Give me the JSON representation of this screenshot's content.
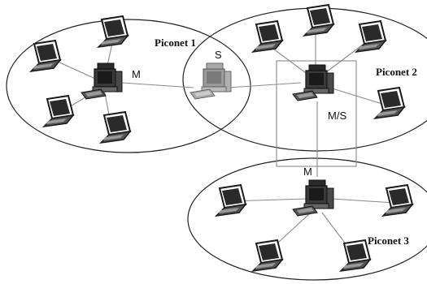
{
  "diagram": {
    "piconets": [
      {
        "label": "Piconet 1"
      },
      {
        "label": "Piconet 2"
      },
      {
        "label": "Piconet 3"
      }
    ],
    "nodes": {
      "master1": {
        "role": "M"
      },
      "slave_bridge": {
        "role": "S"
      },
      "master_slave_bridge": {
        "role": "M/S"
      },
      "master3": {
        "role": "M"
      }
    },
    "colors": {
      "line": "#8a8a8a",
      "outline": "#222222",
      "device_dark": "#1e1e1e",
      "device_grey": "#9a9a9a"
    }
  }
}
